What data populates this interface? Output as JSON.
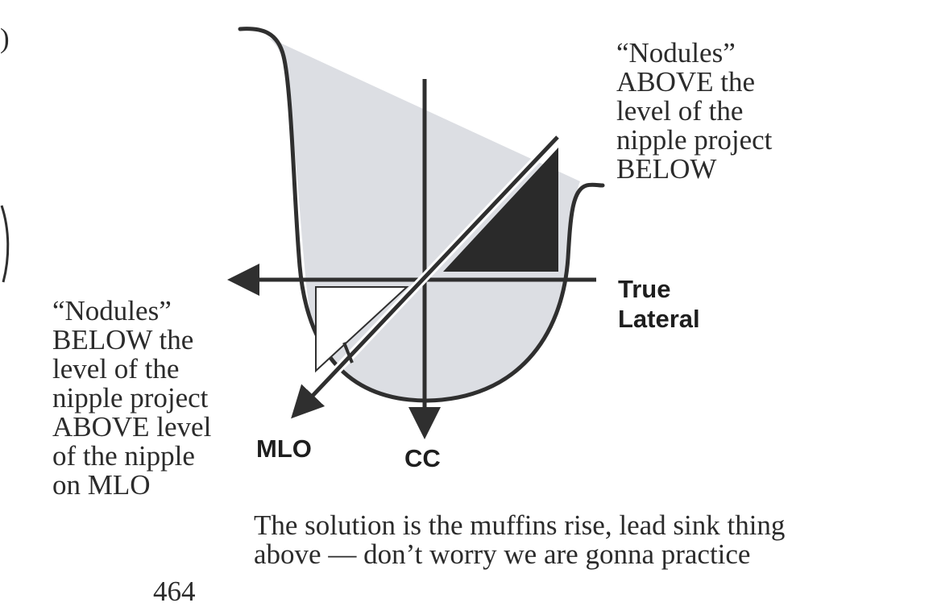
{
  "notes": {
    "above": [
      "“Nodules”",
      "ABOVE the",
      "level of the",
      "nipple project",
      "BELOW"
    ],
    "below": [
      "“Nodules”",
      "BELOW the",
      "level of the",
      "nipple project",
      "ABOVE level",
      "of the nipple",
      "on MLO"
    ]
  },
  "labels": {
    "true_lateral": [
      "True",
      "Lateral"
    ],
    "mlo": "MLO",
    "cc": "CC"
  },
  "caption": [
    "The solution is the muffins rise, lead sink thing",
    "above — don’t worry we are gonna practice"
  ],
  "edge_fragment": ")",
  "page_number_fragment": "464",
  "colors": {
    "breast_fill": "#dcdee3",
    "outline": "#2f2f2f",
    "dark_triangle": "#2a2a2a",
    "light_triangle": "#ffffff",
    "text": "#2b2b2b"
  }
}
